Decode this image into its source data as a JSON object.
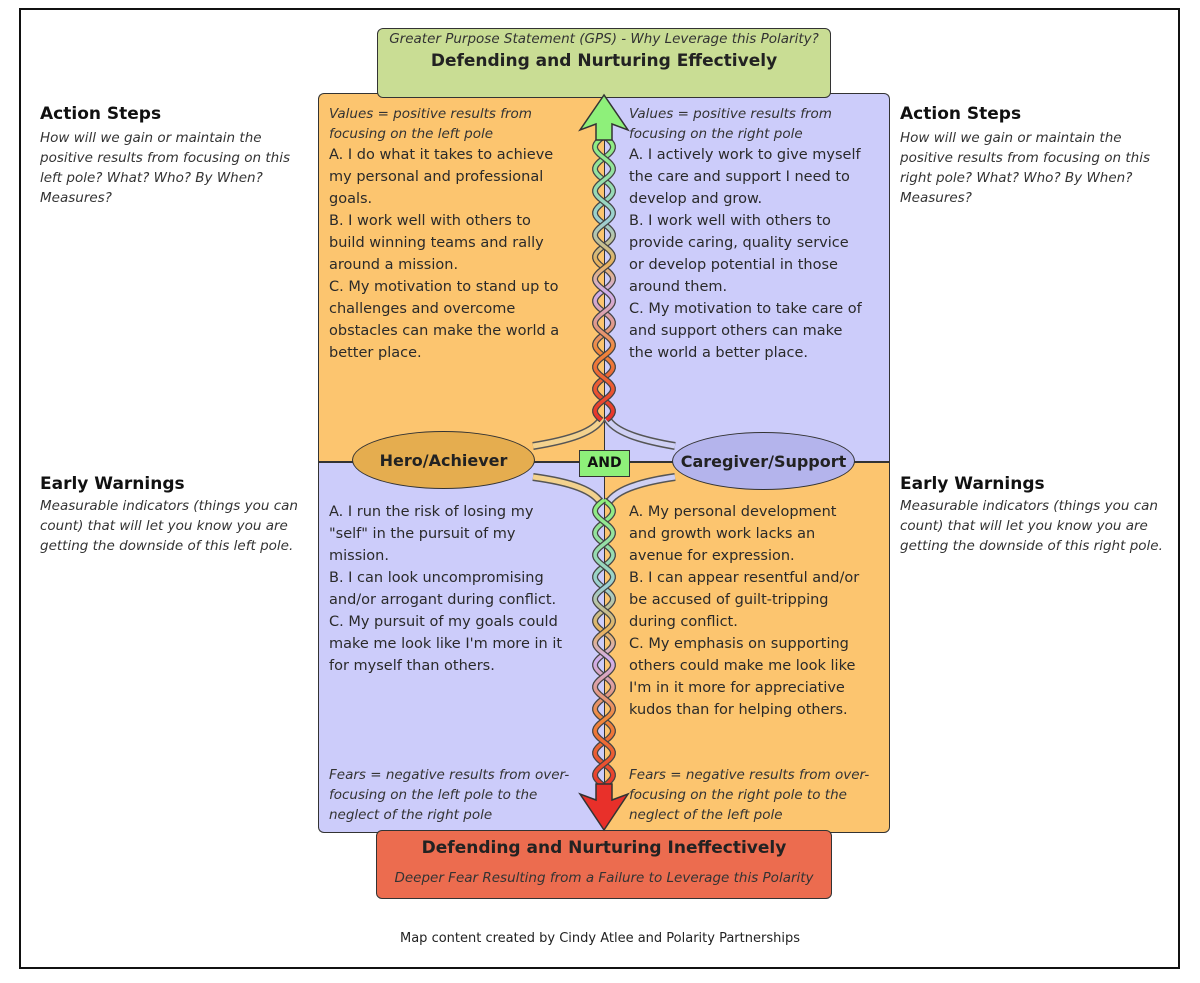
{
  "gps": {
    "subtitle": "Greater Purpose Statement (GPS) - Why Leverage this Polarity?",
    "title": "Defending and Nurturing Effectively"
  },
  "deeper_fear": {
    "title": "Defending and Nurturing Ineffectively",
    "subtitle": "Deeper Fear Resulting from a Failure to Leverage this Polarity"
  },
  "left": {
    "action_heading": "Action Steps",
    "action_lines": [
      "How will we gain or maintain the",
      "positive results from focusing on this",
      "left pole? What? Who? By When?",
      "Measures?"
    ],
    "warning_heading": "Early Warnings",
    "warning_lines": [
      "Measurable indicators (things you can",
      "count) that will let you know you are",
      "getting the downside of this left pole."
    ]
  },
  "right": {
    "action_heading": "Action Steps",
    "action_lines": [
      "How will we gain or maintain the",
      "positive results from focusing on this",
      "right pole? What? Who? By When?",
      "Measures?"
    ],
    "warning_heading": "Early Warnings",
    "warning_lines": [
      "Measurable indicators (things you can",
      "count) that will let you know you are",
      "getting the downside of this right pole."
    ]
  },
  "upper_left": {
    "note": [
      "Values = positive results from",
      "focusing on the left pole"
    ],
    "lines": [
      "A. I do what it takes to achieve",
      "my personal and professional",
      "goals.",
      "B. I work well with others to",
      "build winning teams and rally",
      "around a mission.",
      "C. My motivation to stand up to",
      "challenges and overcome",
      "obstacles can make the world a",
      "better place."
    ]
  },
  "upper_right": {
    "note": [
      "Values = positive results from",
      "focusing on the right pole"
    ],
    "lines": [
      "A. I actively work to give myself",
      "the care and support I need to",
      "develop and grow.",
      "B. I work well with others to",
      "provide caring, quality service",
      "or develop potential in those",
      "around them.",
      "C. My motivation to take care of",
      "and support others can make",
      "the world a better place."
    ]
  },
  "lower_left": {
    "lines": [
      "A. I run the risk of losing my",
      "\"self\" in the pursuit of my",
      "mission.",
      "B. I can look uncompromising",
      "and/or arrogant during conflict.",
      "C. My pursuit of my goals could",
      "make me look like I'm more in it",
      "for myself than others."
    ],
    "note": [
      "Fears = negative results from over-",
      "focusing on the left pole to the",
      "neglect of the right pole"
    ]
  },
  "lower_right": {
    "lines": [
      "A. My personal development",
      "and growth work lacks an",
      "avenue for expression.",
      "B. I can appear resentful and/or",
      "be accused of guilt-tripping",
      "during conflict.",
      "C. My emphasis on supporting",
      "others could make me look like",
      "I'm in it more for appreciative",
      "kudos than for helping others."
    ],
    "note": [
      "Fears = negative results from over-",
      "focusing on the right pole to the",
      "neglect of the left pole"
    ]
  },
  "poles": {
    "left": "Hero/Achiever",
    "right": "Caregiver/Support",
    "connector": "AND"
  },
  "credit": "Map content created by Cindy Atlee and Polarity Partnerships",
  "colors": {
    "gps": "#c9dd94",
    "deeper_fear": "#ec6c4f",
    "orange": "#fcc56f",
    "lavender": "#ccccfa",
    "and_box": "#8ef07a",
    "arrow_up": "#8ef07a",
    "arrow_down": "#e8302a"
  }
}
